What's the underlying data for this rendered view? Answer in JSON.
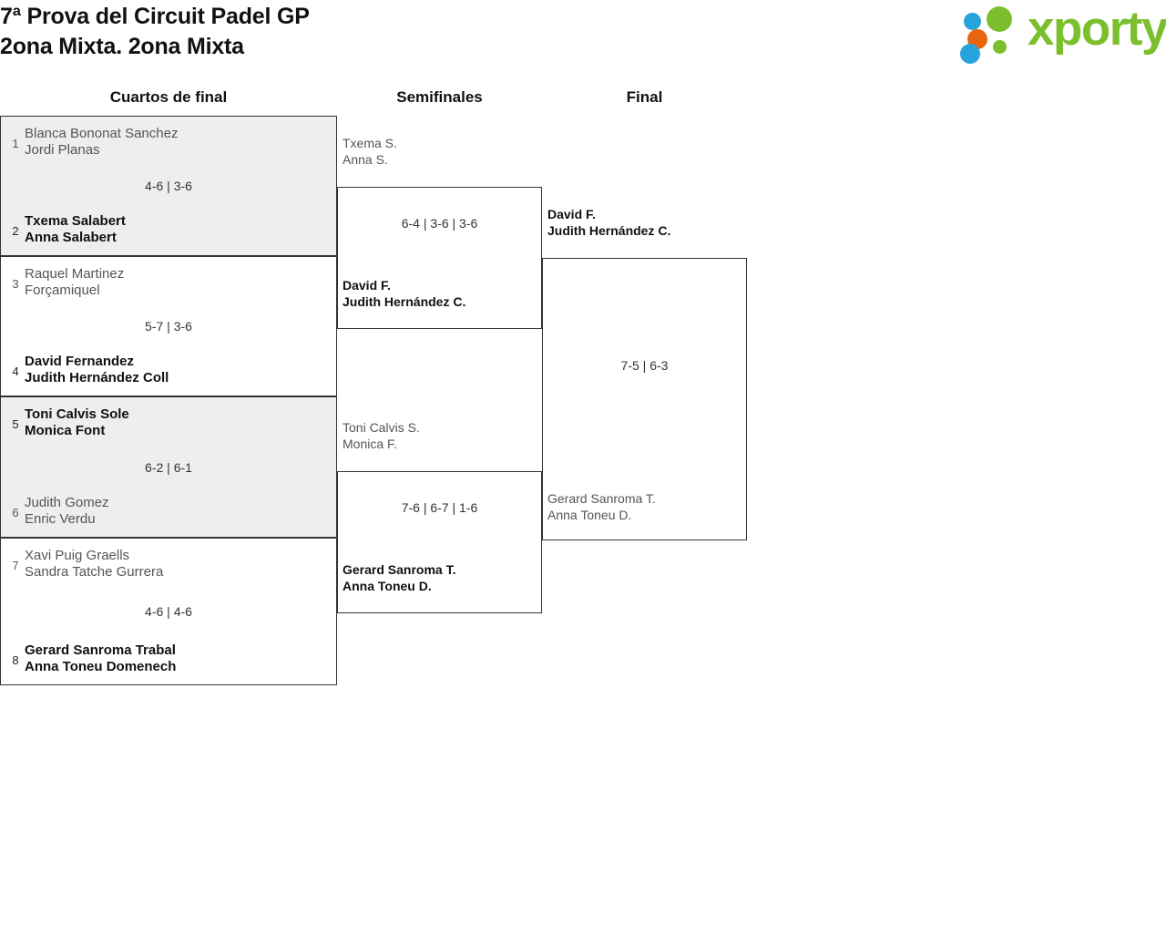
{
  "header": {
    "title_line1": "7ª Prova del Circuit Padel GP",
    "title_line2": "2ona Mixta. 2ona Mixta",
    "logo_text": "xporty"
  },
  "colors": {
    "logo_green": "#7cbf2e",
    "logo_blue": "#29a3dc",
    "logo_orange": "#e8650d",
    "shaded_row": "#eeeeee",
    "border": "#333333",
    "winner_text": "#111111",
    "loser_text": "#555555"
  },
  "rounds": [
    {
      "label": "Cuartos de final"
    },
    {
      "label": "Semifinales"
    },
    {
      "label": "Final"
    }
  ],
  "quarterfinals": [
    {
      "score": "4-6 | 3-6",
      "top": {
        "seed": "1",
        "p1": "Blanca Bononat Sanchez",
        "p2": "Jordi Planas",
        "result": "loser"
      },
      "bottom": {
        "seed": "2",
        "p1": "Txema Salabert",
        "p2": "Anna Salabert",
        "result": "winner"
      }
    },
    {
      "score": "5-7 | 3-6",
      "top": {
        "seed": "3",
        "p1": "Raquel Martinez",
        "p2": "Forçamiquel",
        "result": "loser"
      },
      "bottom": {
        "seed": "4",
        "p1": "David Fernandez",
        "p2": "Judith Hernández Coll",
        "result": "winner"
      }
    },
    {
      "score": "6-2 | 6-1",
      "top": {
        "seed": "5",
        "p1": "Toni Calvis Sole",
        "p2": "Monica Font",
        "result": "winner"
      },
      "bottom": {
        "seed": "6",
        "p1": "Judith Gomez",
        "p2": "Enric Verdu",
        "result": "loser"
      }
    },
    {
      "score": "4-6 | 4-6",
      "top": {
        "seed": "7",
        "p1": "Xavi Puig Graells",
        "p2": "Sandra Tatche Gurrera",
        "result": "loser"
      },
      "bottom": {
        "seed": "8",
        "p1": "Gerard Sanroma Trabal",
        "p2": "Anna Toneu Domenech",
        "result": "winner"
      }
    }
  ],
  "semifinals": [
    {
      "score": "6-4 | 3-6 | 3-6",
      "top": {
        "p1": "Txema S.",
        "p2": "Anna S.",
        "result": "loser"
      },
      "bottom": {
        "p1": "David F.",
        "p2": "Judith Hernández C.",
        "result": "winner"
      }
    },
    {
      "score": "7-6 | 6-7 | 1-6",
      "top": {
        "p1": "Toni Calvis S.",
        "p2": "Monica F.",
        "result": "loser"
      },
      "bottom": {
        "p1": "Gerard Sanroma T.",
        "p2": "Anna Toneu D.",
        "result": "winner"
      }
    }
  ],
  "final": {
    "score": "7-5 | 6-3",
    "top": {
      "p1": "David F.",
      "p2": "Judith Hernández C.",
      "result": "winner"
    },
    "bottom": {
      "p1": "Gerard Sanroma T.",
      "p2": "Anna Toneu D.",
      "result": "loser"
    }
  }
}
